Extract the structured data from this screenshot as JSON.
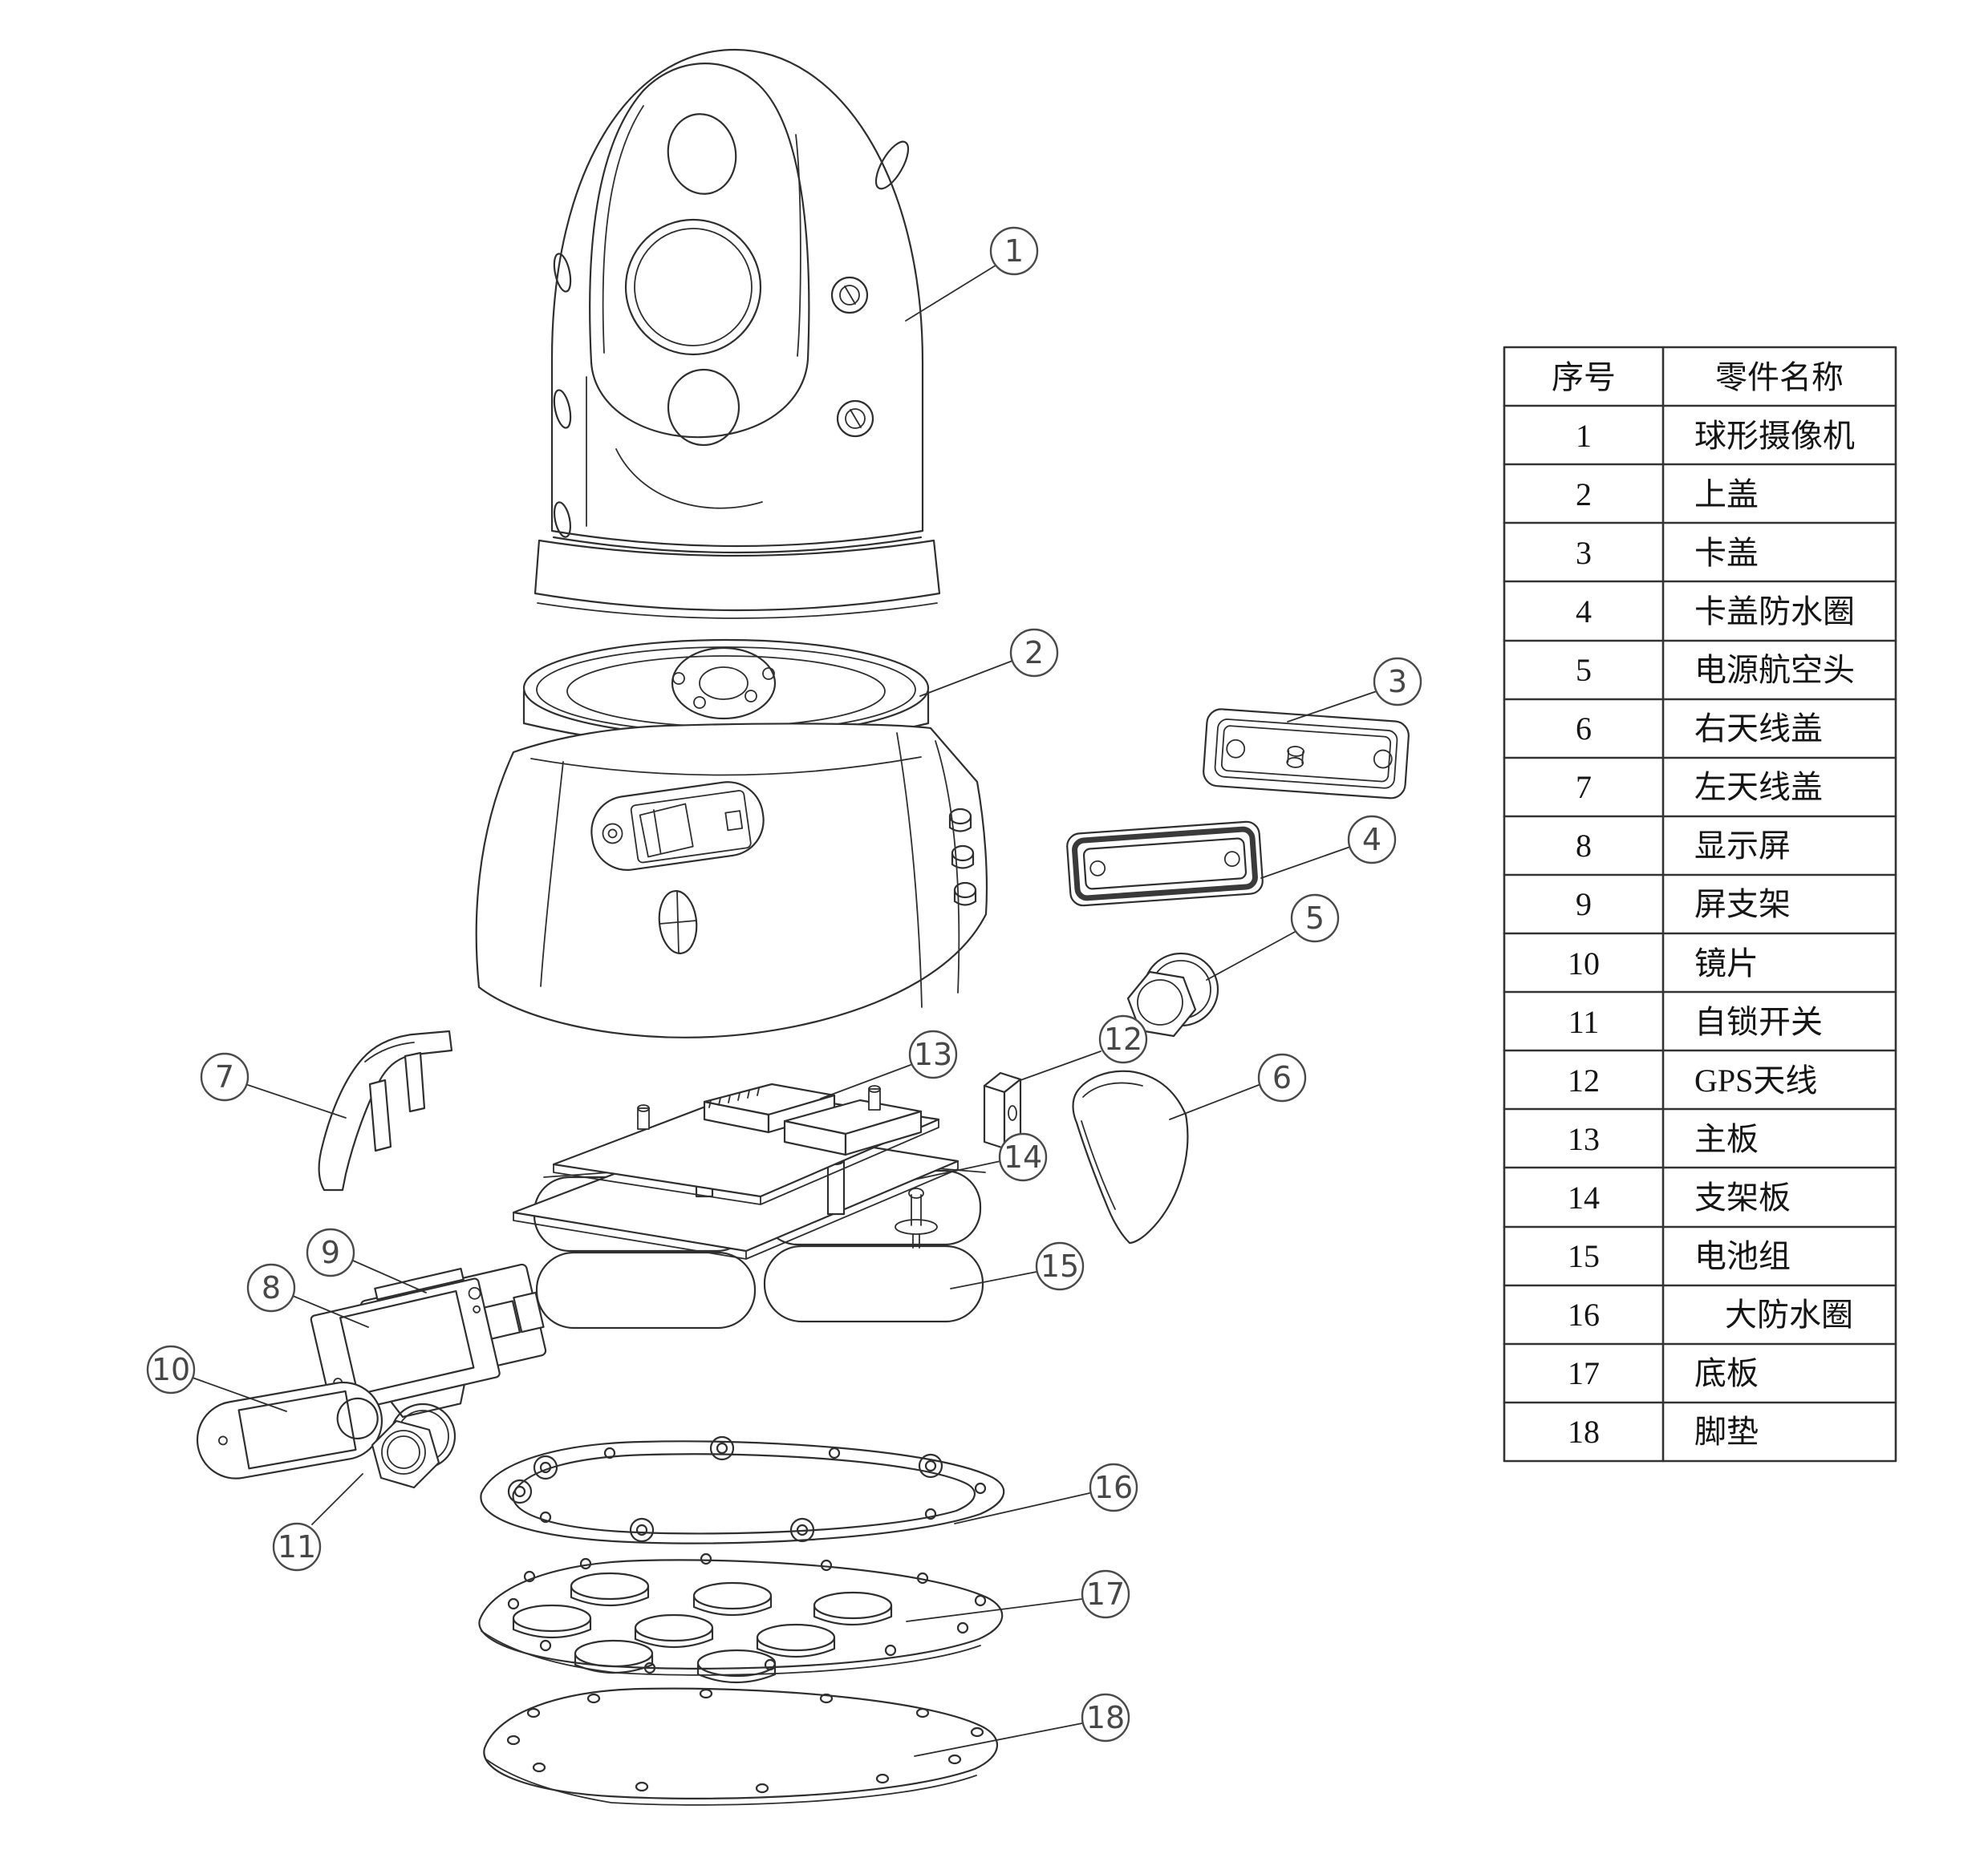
{
  "style": {
    "line_color": "#2f2f2f",
    "background": "#ffffff"
  },
  "diagram": {
    "description_type": "exploded-view-drawing",
    "callouts": [
      {
        "num": "1"
      },
      {
        "num": "2"
      },
      {
        "num": "3"
      },
      {
        "num": "4"
      },
      {
        "num": "5"
      },
      {
        "num": "6"
      },
      {
        "num": "7"
      },
      {
        "num": "8"
      },
      {
        "num": "9"
      },
      {
        "num": "10"
      },
      {
        "num": "11"
      },
      {
        "num": "12"
      },
      {
        "num": "13"
      },
      {
        "num": "14"
      },
      {
        "num": "15"
      },
      {
        "num": "16"
      },
      {
        "num": "17"
      },
      {
        "num": "18"
      }
    ]
  },
  "table": {
    "header": {
      "no": "序号",
      "name": "零件名称"
    },
    "rows": [
      {
        "no": "1",
        "name": "球形摄像机"
      },
      {
        "no": "2",
        "name": "上盖"
      },
      {
        "no": "3",
        "name": "卡盖"
      },
      {
        "no": "4",
        "name": "卡盖防水圈"
      },
      {
        "no": "5",
        "name": "电源航空头"
      },
      {
        "no": "6",
        "name": "右天线盖"
      },
      {
        "no": "7",
        "name": "左天线盖"
      },
      {
        "no": "8",
        "name": "显示屏"
      },
      {
        "no": "9",
        "name": "屏支架"
      },
      {
        "no": "10",
        "name": "镜片"
      },
      {
        "no": "11",
        "name": "自锁开关"
      },
      {
        "no": "12",
        "name": "GPS天线"
      },
      {
        "no": "13",
        "name": "主板"
      },
      {
        "no": "14",
        "name": "支架板"
      },
      {
        "no": "15",
        "name": "电池组"
      },
      {
        "no": "16",
        "name": "大防水圈"
      },
      {
        "no": "17",
        "name": "底板"
      },
      {
        "no": "18",
        "name": "脚垫"
      }
    ]
  }
}
